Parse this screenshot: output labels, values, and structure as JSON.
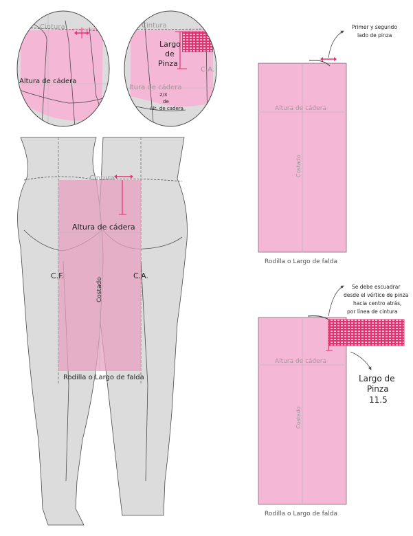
{
  "colors": {
    "panel_pink": "#f4b8d6",
    "overlay_pink": "#e8a0c2",
    "body_gray": "#dcdcdc",
    "accent_magenta": "#e8306e",
    "line_dark": "#4a4a4a",
    "guide_gray": "#b8b8b8",
    "label_gray": "#9a9a9a"
  },
  "circle_left": {
    "waist_label": "Cintura",
    "hip_label": "Altura de cádera"
  },
  "circle_right": {
    "waist_label": "Cintura",
    "dart_length_label": [
      "Largo",
      "de",
      "Pinza"
    ],
    "ca_label": "C.A.",
    "hip_label": "ltura de cádera",
    "ratio_label": "2/3",
    "ratio_de": "de",
    "ratio_hip": "Alt. de cadera"
  },
  "figure": {
    "waist_label": "Cintura",
    "hip_label": "Altura de cádera",
    "cf_label": "C.F.",
    "ca_label": "C.A.",
    "side_label": "Costado",
    "bottom_label": "Rodilla o Largo de falda"
  },
  "pattern_top": {
    "note": [
      "Primer y segundo",
      "lado de pinza"
    ],
    "hip_label": "Altura de cádera",
    "side_label": "Costado",
    "bottom_label": "Rodilla o Largo de falda"
  },
  "pattern_bottom": {
    "note": [
      "Se debe escuadrar",
      "desde el vértice de pinza",
      "hacia centro atrás,",
      "por línea de cintura"
    ],
    "hip_label": "Altura de cádera",
    "side_label": "Costado",
    "bottom_label": "Rodilla o Largo de falda",
    "dart_length": [
      "Largo de",
      "Pinza",
      "11.5"
    ]
  }
}
